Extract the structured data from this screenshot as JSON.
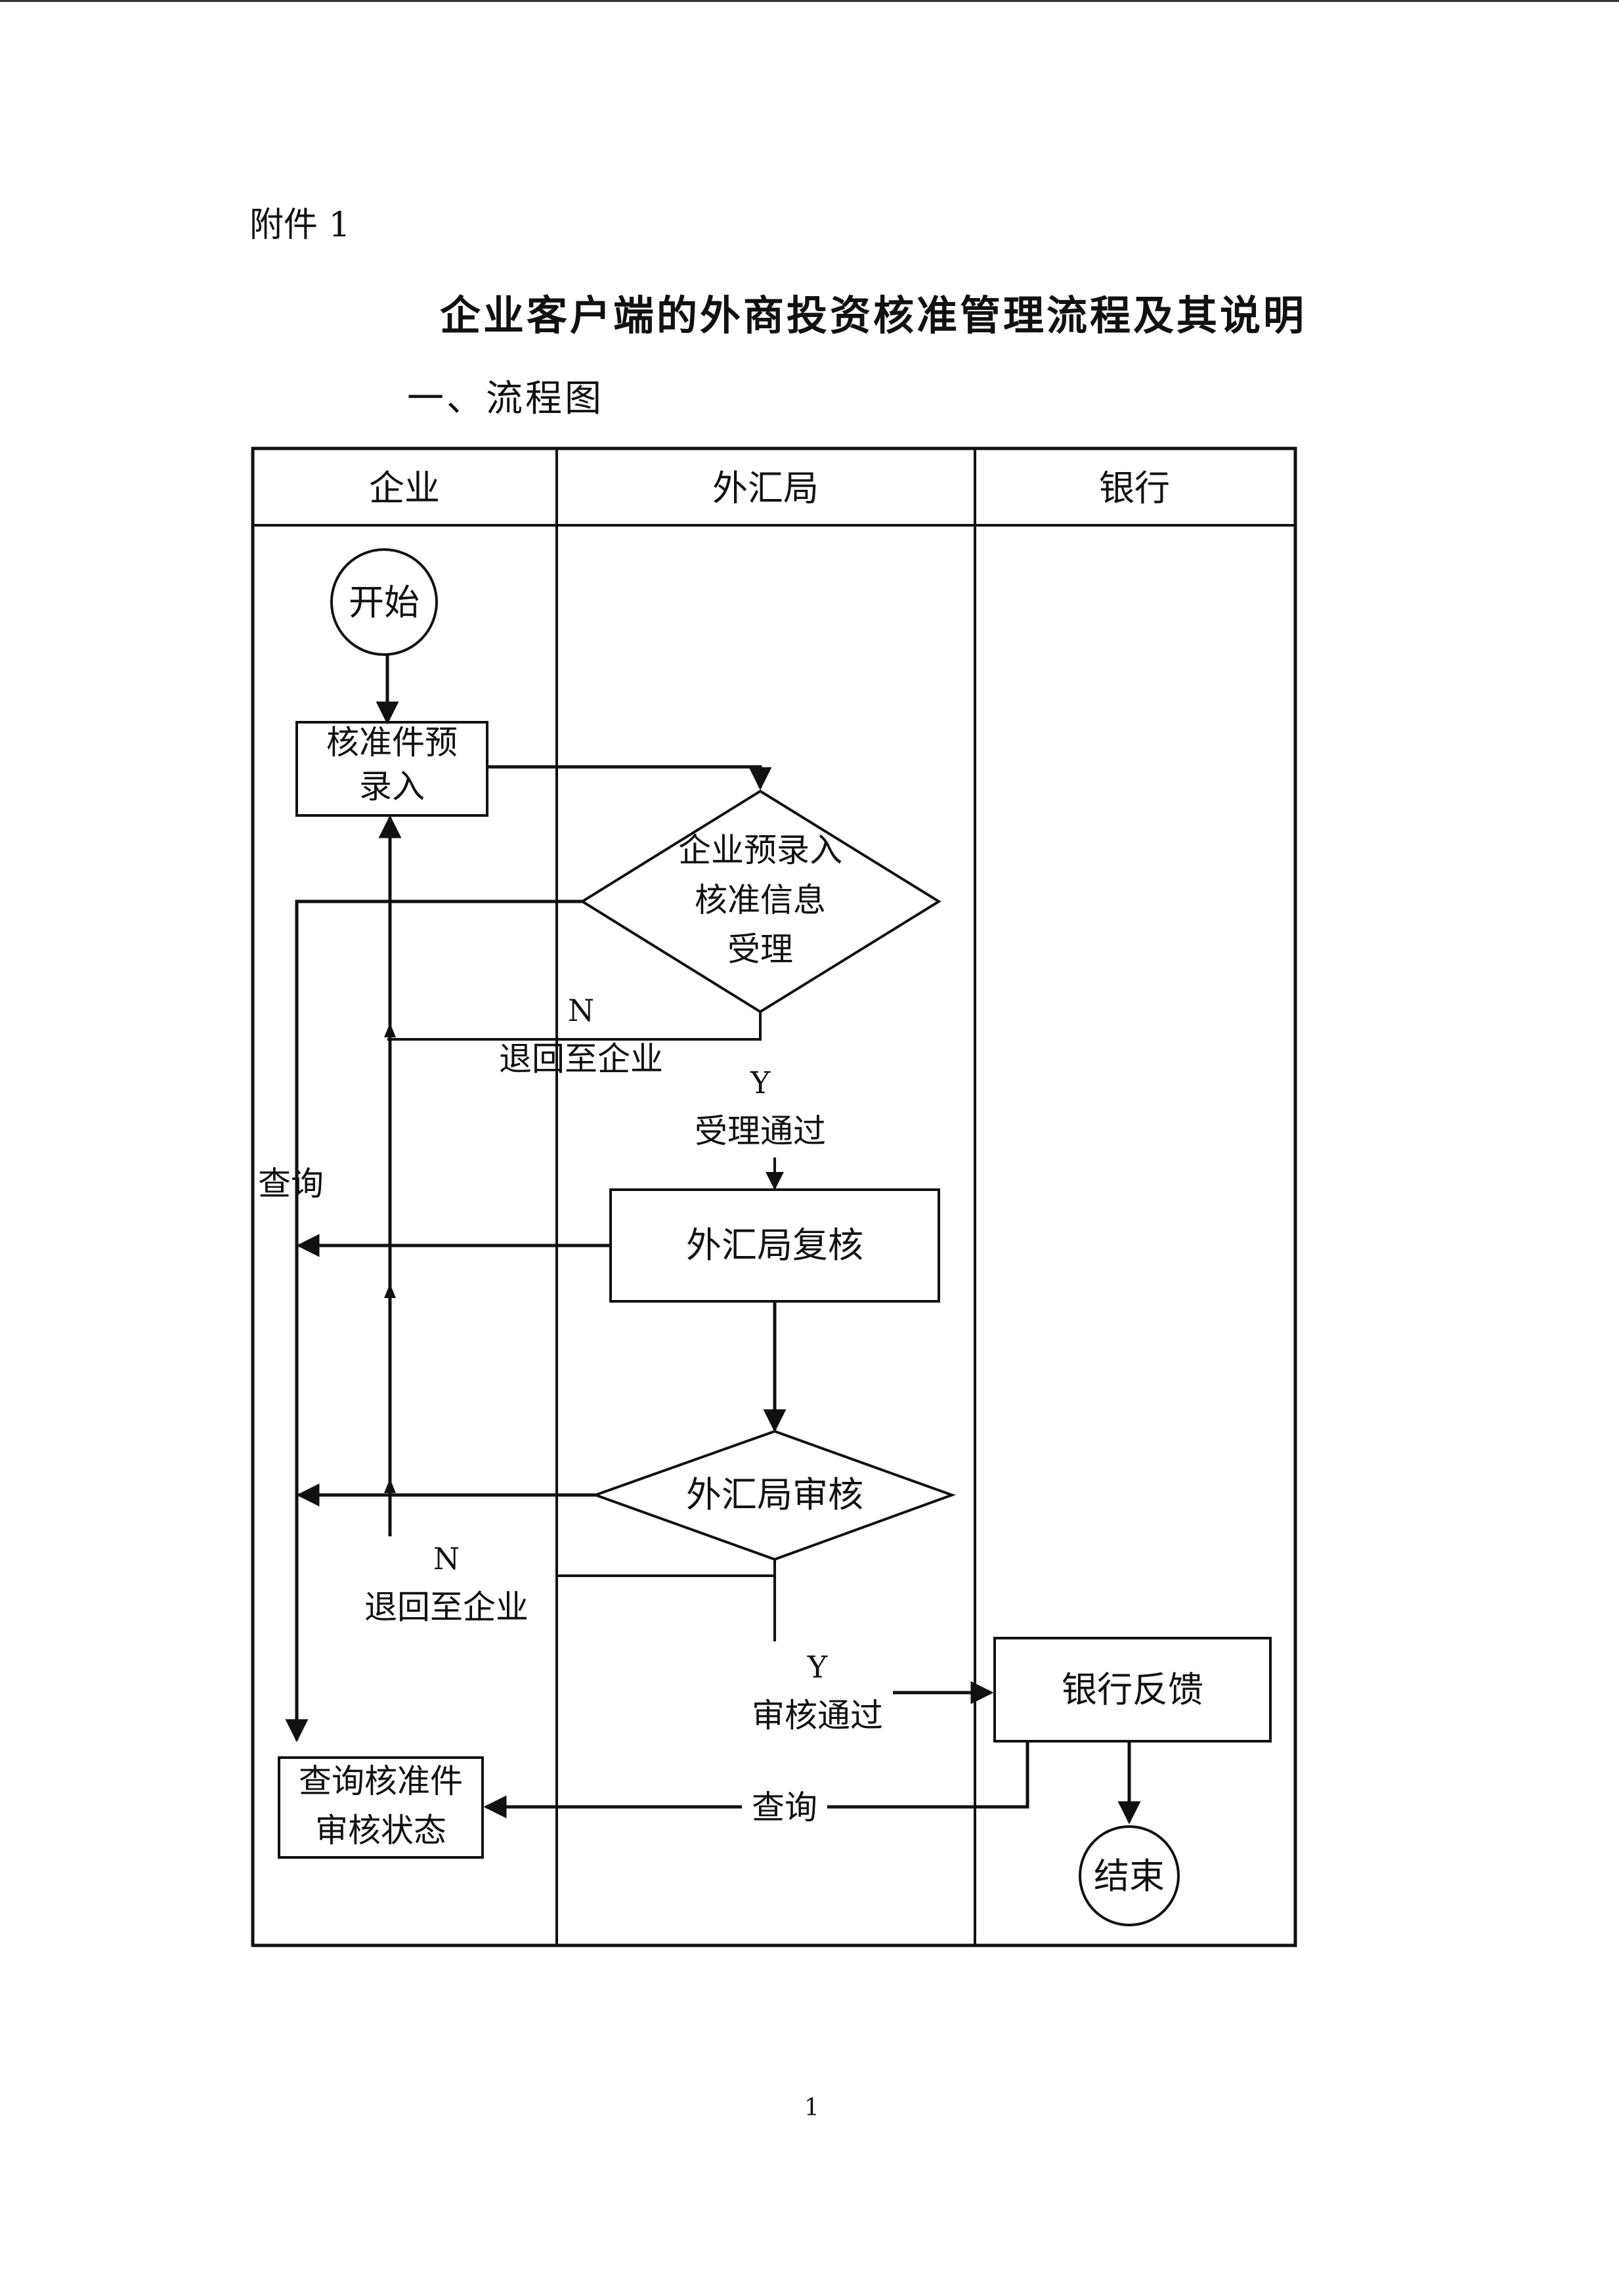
{
  "document": {
    "attachment_label": "附件 1",
    "title": "企业客户端的外商投资核准管理流程及其说明",
    "section_heading": "一、流程图",
    "page_number": "1"
  },
  "flowchart": {
    "lanes": [
      "企业",
      "外汇局",
      "银行"
    ],
    "nodes": {
      "start": "开始",
      "pre_entry_line1": "核准件预",
      "pre_entry_line2": "录入",
      "accept_line1": "企业预录入",
      "accept_line2": "核准信息",
      "accept_line3": "受理",
      "review": "外汇局复核",
      "audit": "外汇局审核",
      "bank_feedback": "银行反馈",
      "end": "结束",
      "query_status_line1": "查询核准件",
      "query_status_line2": "审核状态"
    },
    "edge_labels": {
      "n1": "N",
      "return1": "退回至企业",
      "y1": "Y",
      "accepted": "受理通过",
      "query_side": "查询",
      "n2": "N",
      "return2": "退回至企业",
      "y2": "Y",
      "approved": "审核通过",
      "query_bottom": "查询"
    }
  }
}
